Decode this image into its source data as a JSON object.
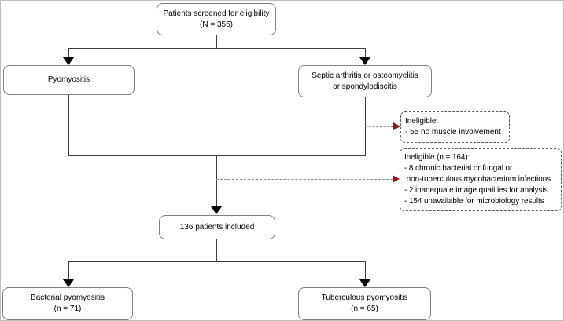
{
  "diagram": {
    "type": "flowchart",
    "description": "Patient eligibility flow diagram",
    "nodes": {
      "screened": {
        "lines": [
          "Patients screened for eligibility",
          "(N = 355)"
        ]
      },
      "pyomyositis": {
        "lines": [
          "Pyomyositis"
        ]
      },
      "septic": {
        "lines": [
          "Septic arthritis or osteomyelitis",
          "or spondylodiscitis"
        ]
      },
      "ineligible_muscle": {
        "lines": [
          "Ineligible:",
          "- 55 no muscle involvement"
        ]
      },
      "ineligible_164": {
        "lines": [
          "Ineligible (n = 164):",
          "- 8 chronic bacterial or fungal or",
          " non-tuberculous mycobacterium infections",
          "- 2 inadequate image qualities for analysis",
          "- 154 unavailable for microbiology results"
        ]
      },
      "included": {
        "lines": [
          "136 patients included"
        ]
      },
      "bacterial": {
        "lines": [
          "Bacterial pyomyositis",
          "(n = 71)"
        ]
      },
      "tuberculous": {
        "lines": [
          "Tuberculous pyomyositis",
          "(n = 65)"
        ]
      }
    },
    "colors": {
      "box_border": "#808080",
      "dashed_box_border": "#595959",
      "connector": "#3f3f3f",
      "arrowhead": "#000000",
      "dashed_connector": "#8c8c8c",
      "dashed_arrowhead": "#8b1a1a",
      "background": "#ffffff"
    }
  }
}
